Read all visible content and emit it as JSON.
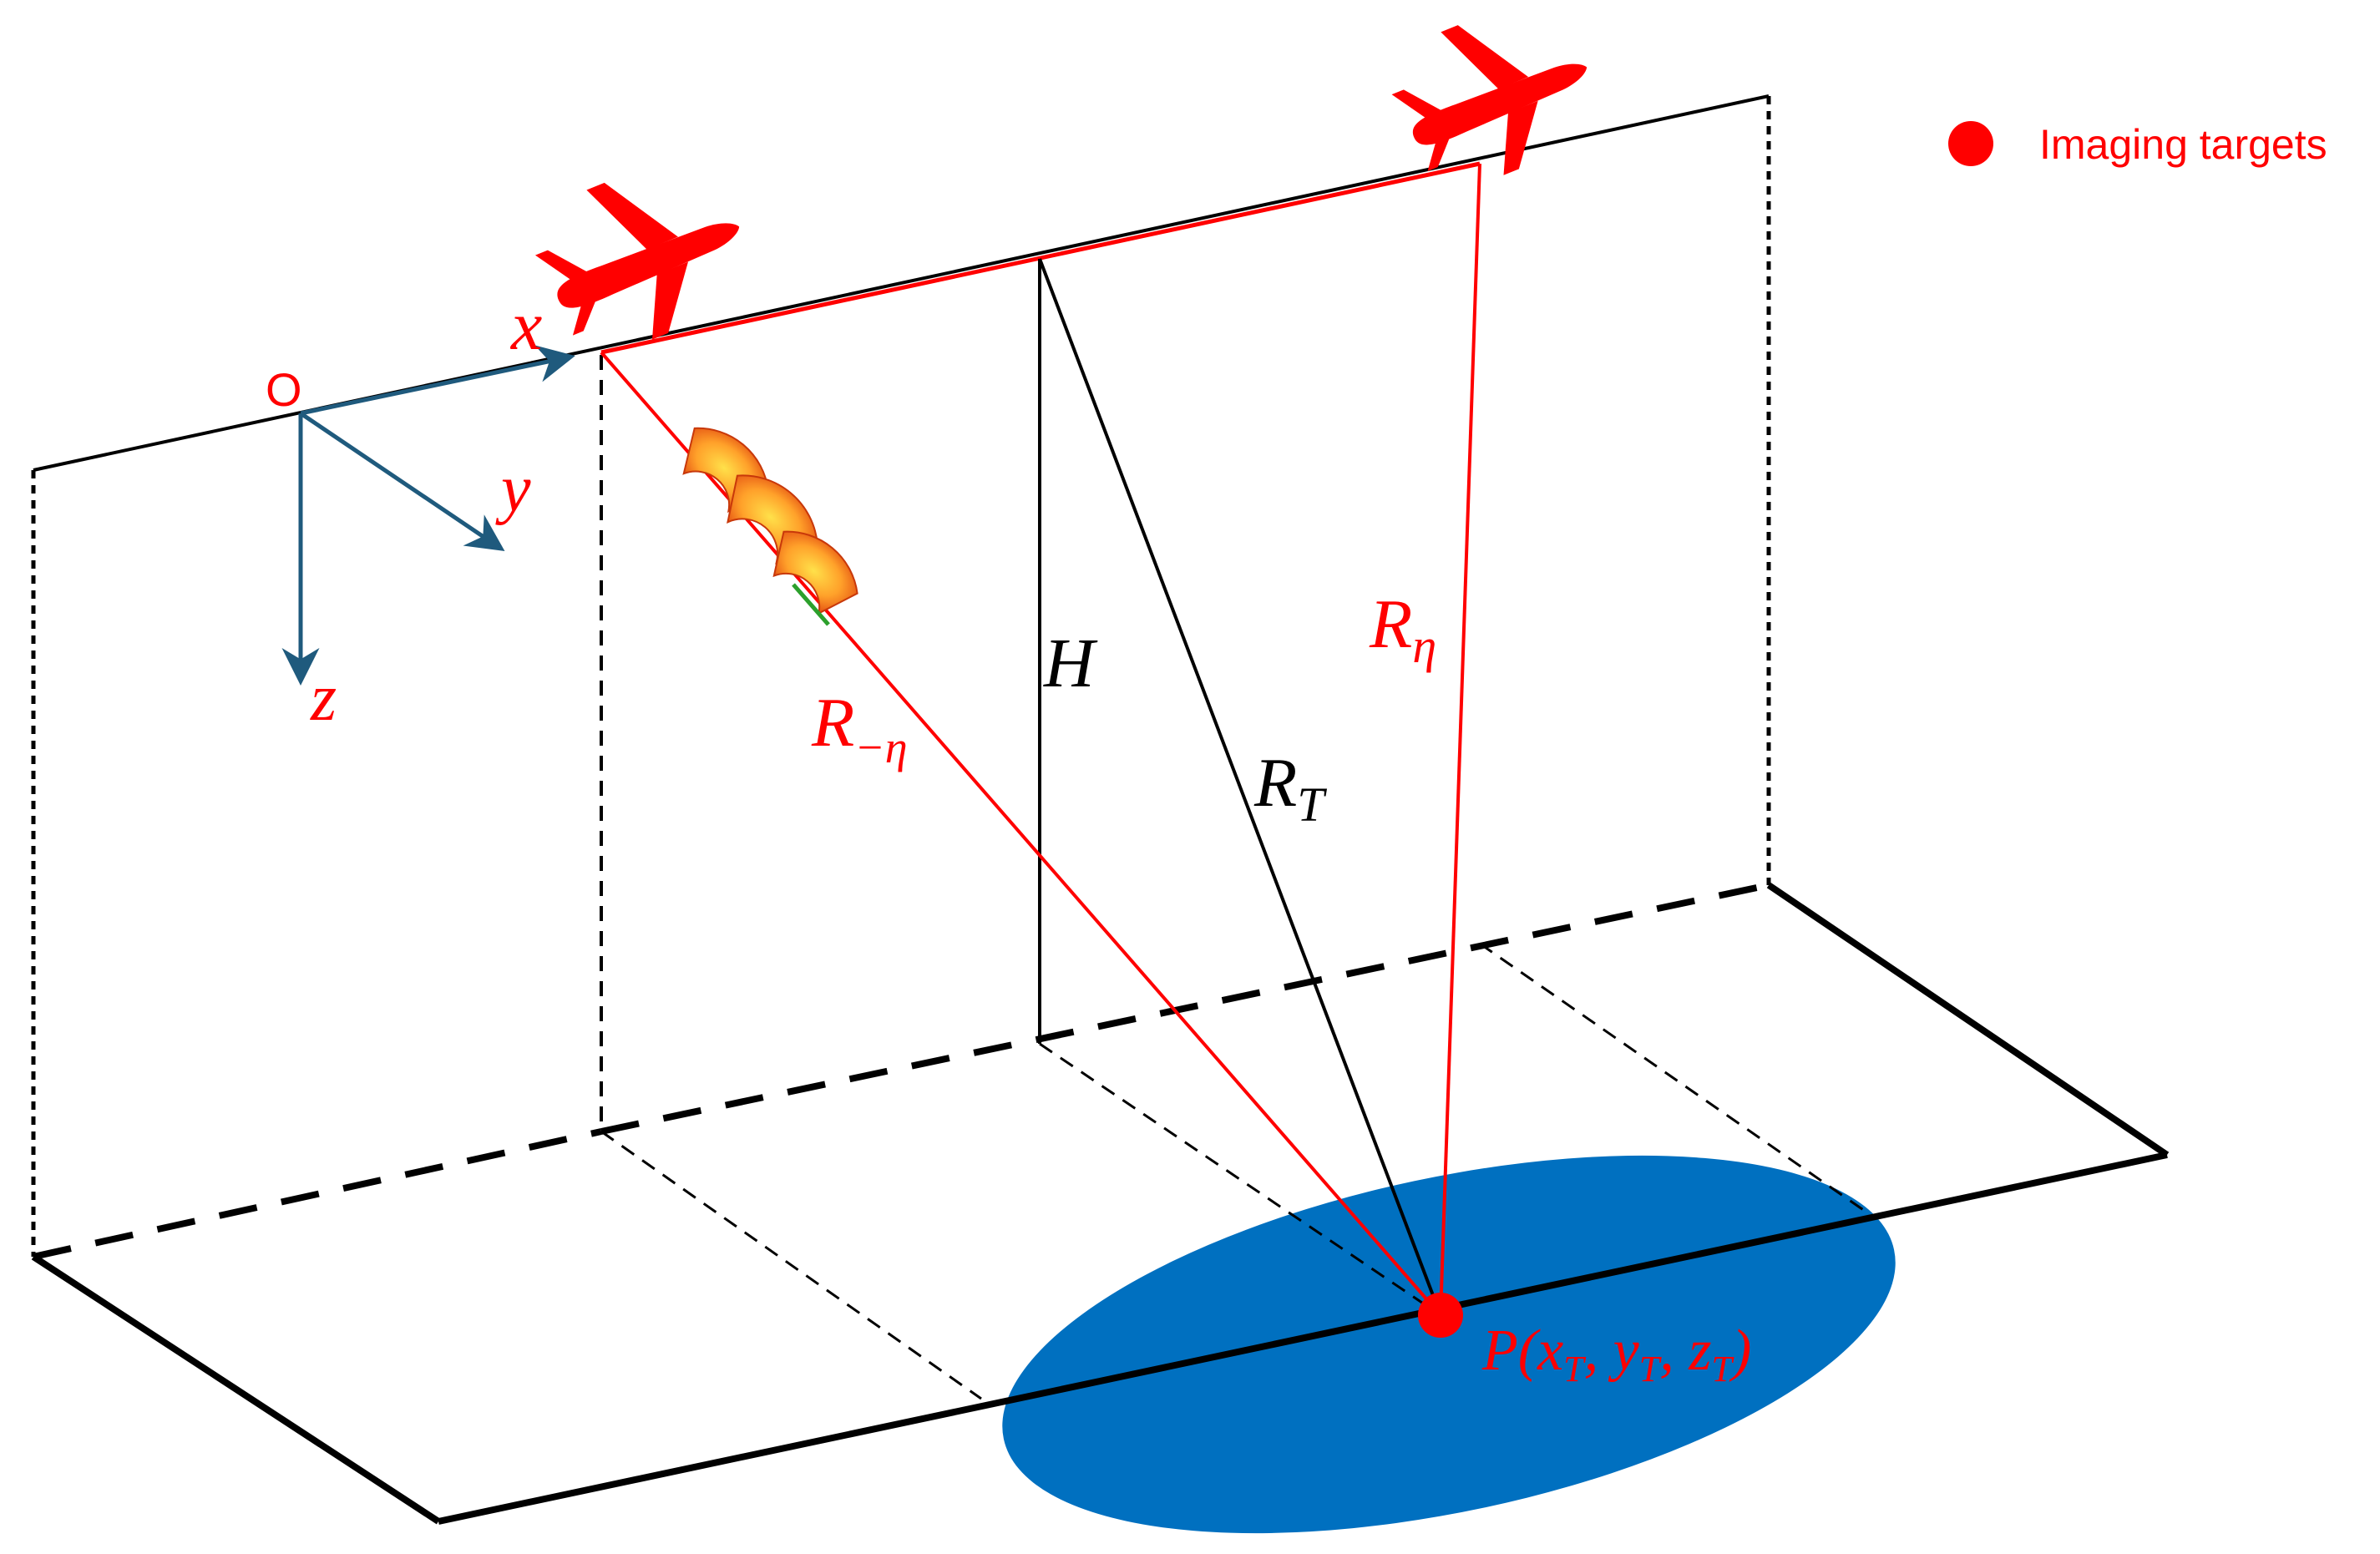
{
  "legend": {
    "label": "Imaging targets",
    "marker_color": "#ff0000"
  },
  "axes": {
    "origin": "O",
    "x": "x",
    "y": "y",
    "z": "z",
    "color": "#1f5a7d"
  },
  "labels": {
    "H": "H",
    "R_T": {
      "base": "R",
      "sub": "T"
    },
    "R_eta": {
      "base": "R",
      "sub": "η"
    },
    "R_neg_eta": {
      "base": "R",
      "sub": "−η"
    },
    "target": {
      "P": "P",
      "x": "x",
      "y": "y",
      "z": "z",
      "sub": "T"
    }
  },
  "colors": {
    "red": "#ff0000",
    "black": "#000000",
    "ellipse": "#0070c0",
    "axis": "#1f5a7d"
  },
  "icons": [
    "airplane-icon",
    "airplane-icon",
    "radar-beam-icon",
    "target-point-icon"
  ]
}
